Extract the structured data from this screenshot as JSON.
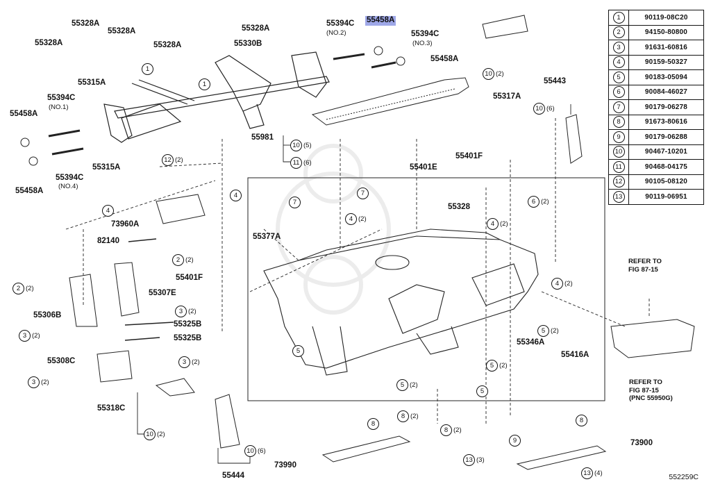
{
  "figure_code": "552259C",
  "legend": [
    {
      "num": "1",
      "part": "90119-08C20"
    },
    {
      "num": "2",
      "part": "94150-80800"
    },
    {
      "num": "3",
      "part": "91631-60816"
    },
    {
      "num": "4",
      "part": "90159-50327"
    },
    {
      "num": "5",
      "part": "90183-05094"
    },
    {
      "num": "6",
      "part": "90084-46027"
    },
    {
      "num": "7",
      "part": "90179-06278"
    },
    {
      "num": "8",
      "part": "91673-80616"
    },
    {
      "num": "9",
      "part": "90179-06288"
    },
    {
      "num": "10",
      "part": "90467-10201"
    },
    {
      "num": "11",
      "part": "90468-04175"
    },
    {
      "num": "12",
      "part": "90105-08120"
    },
    {
      "num": "13",
      "part": "90119-06951"
    }
  ],
  "labels": {
    "l55328a_1": "55328A",
    "l55328a_2": "55328A",
    "l55328a_3": "55328A",
    "l55328a_4": "55328A",
    "l55328a_5": "55328A",
    "l55330b": "55330B",
    "l55394c_top": "55394C",
    "l55394c_top_sub": "(NO.2)",
    "l55458a_hl": "55458A",
    "l55394c_right": "55394C",
    "l55394c_right_sub": "(NO.3)",
    "l55458a_right": "55458A",
    "l55315a_1": "55315A",
    "l55394c_left": "55394C",
    "l55394c_left_sub": "(NO.1)",
    "l55458a_left1": "55458A",
    "l55458a_left2": "55458A",
    "l55394c_left2": "55394C",
    "l55394c_left2_sub": "(NO.4)",
    "l55315a_2": "55315A",
    "l55981": "55981",
    "l55317a": "55317A",
    "l55443": "55443",
    "l55401f_1": "55401F",
    "l55401e": "55401E",
    "l73960a": "73960A",
    "l82140": "82140",
    "l55328": "55328",
    "l55377a": "55377A",
    "l55401f_2": "55401F",
    "l55307e": "55307E",
    "l55306b": "55306B",
    "l55325b_1": "55325B",
    "l55325b_2": "55325B",
    "l55308c": "55308C",
    "l55318c": "55318C",
    "l55346a": "55346A",
    "l55416a": "55416A",
    "l73990": "73990",
    "l73900": "73900",
    "l55444": "55444"
  },
  "callouts": [
    {
      "id": "c1a",
      "num": "1",
      "qty": ""
    },
    {
      "id": "c1b",
      "num": "1",
      "qty": ""
    },
    {
      "id": "c12",
      "num": "12",
      "qty": "(2)"
    },
    {
      "id": "c10a",
      "num": "10",
      "qty": "(5)"
    },
    {
      "id": "c11a",
      "num": "11",
      "qty": "(6)"
    },
    {
      "id": "c10b",
      "num": "10",
      "qty": "(2)"
    },
    {
      "id": "c10c",
      "num": "10",
      "qty": "(6)"
    },
    {
      "id": "c4a",
      "num": "4",
      "qty": ""
    },
    {
      "id": "c4b",
      "num": "4",
      "qty": ""
    },
    {
      "id": "c7a",
      "num": "7",
      "qty": ""
    },
    {
      "id": "c7b",
      "num": "7",
      "qty": ""
    },
    {
      "id": "c4c",
      "num": "4",
      "qty": "(2)"
    },
    {
      "id": "c4d",
      "num": "4",
      "qty": "(2)"
    },
    {
      "id": "c6a",
      "num": "6",
      "qty": "(2)"
    },
    {
      "id": "c2a",
      "num": "2",
      "qty": "(2)"
    },
    {
      "id": "c2b",
      "num": "2",
      "qty": "(2)"
    },
    {
      "id": "c3a",
      "num": "3",
      "qty": "(2)"
    },
    {
      "id": "c3b",
      "num": "3",
      "qty": "(2)"
    },
    {
      "id": "c3c",
      "num": "3",
      "qty": "(2)"
    },
    {
      "id": "c3d",
      "num": "3",
      "qty": "(2)"
    },
    {
      "id": "c4e",
      "num": "4",
      "qty": "(2)"
    },
    {
      "id": "c5a",
      "num": "5",
      "qty": ""
    },
    {
      "id": "c5b",
      "num": "5",
      "qty": "(2)"
    },
    {
      "id": "c5c",
      "num": "5",
      "qty": "(2)"
    },
    {
      "id": "c5d",
      "num": "5",
      "qty": "(2)"
    },
    {
      "id": "c5e",
      "num": "5",
      "qty": ""
    },
    {
      "id": "c10d",
      "num": "10",
      "qty": "(2)"
    },
    {
      "id": "c10e",
      "num": "10",
      "qty": "(6)"
    },
    {
      "id": "c8a",
      "num": "8",
      "qty": ""
    },
    {
      "id": "c8b",
      "num": "8",
      "qty": "(2)"
    },
    {
      "id": "c8c",
      "num": "8",
      "qty": "(2)"
    },
    {
      "id": "c8d",
      "num": "8",
      "qty": ""
    },
    {
      "id": "c9",
      "num": "9",
      "qty": ""
    },
    {
      "id": "c13a",
      "num": "13",
      "qty": "(3)"
    },
    {
      "id": "c13b",
      "num": "13",
      "qty": "(4)"
    }
  ],
  "notes": {
    "refer1": "REFER TO\nFIG 87-15",
    "refer2": "REFER TO\nFIG 87-15\n(PNC 55950G)"
  }
}
